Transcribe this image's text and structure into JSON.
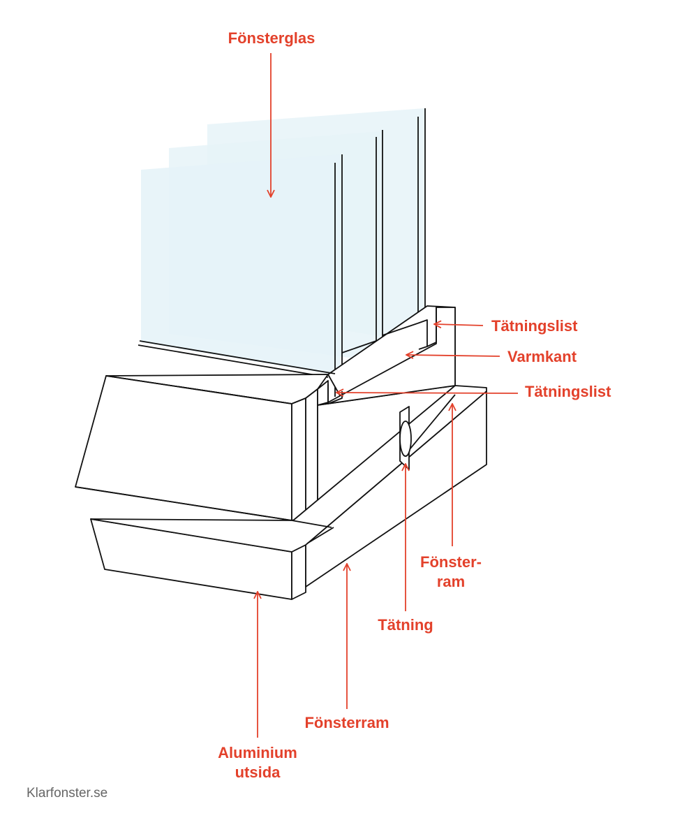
{
  "colors": {
    "label": "#e3412b",
    "line": "#111111",
    "glass": "#e6f3f8",
    "credit": "#666666"
  },
  "labels": {
    "fonsterglas": "Fönsterglas",
    "tatningslist_top": "Tätningslist",
    "varmkant": "Varmkant",
    "tatningslist_mid": "Tätningslist",
    "fonsterram_right_line1": "Fönster-",
    "fonsterram_right_line2": "ram",
    "tatning": "Tätning",
    "fonsterram_bottom": "Fönsterram",
    "aluminium_line1": "Aluminium",
    "aluminium_line2": "utsida"
  },
  "credit": "Klarfonster.se"
}
